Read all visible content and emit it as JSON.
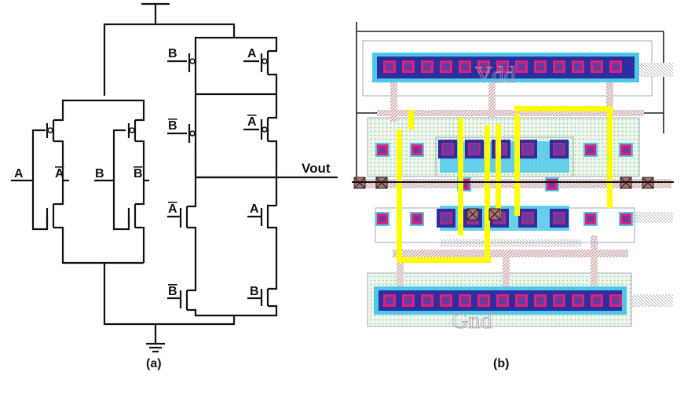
{
  "schematic": {
    "caption": "(a)",
    "inputs": {
      "a": "A",
      "a_bar": "A",
      "b": "B",
      "b_bar": "B"
    },
    "output": "Vout",
    "gate_labels": {
      "p1_left": "B",
      "p1_right": "A",
      "p2_left": "B",
      "p2_right": "A",
      "n1_left": "A",
      "n1_right": "A",
      "n2_left": "B",
      "n2_right": "B"
    }
  },
  "layout": {
    "caption": "(b)",
    "rail_top_text": "Vdd",
    "rail_bottom_text": "Gnd"
  },
  "colors": {
    "wire": "#111111",
    "poly": "#ffff00",
    "diffusion": "#4dc8e8",
    "metal": "#2b2fa0",
    "contact": "#e0207a",
    "well_dots": "#9fd19a"
  }
}
